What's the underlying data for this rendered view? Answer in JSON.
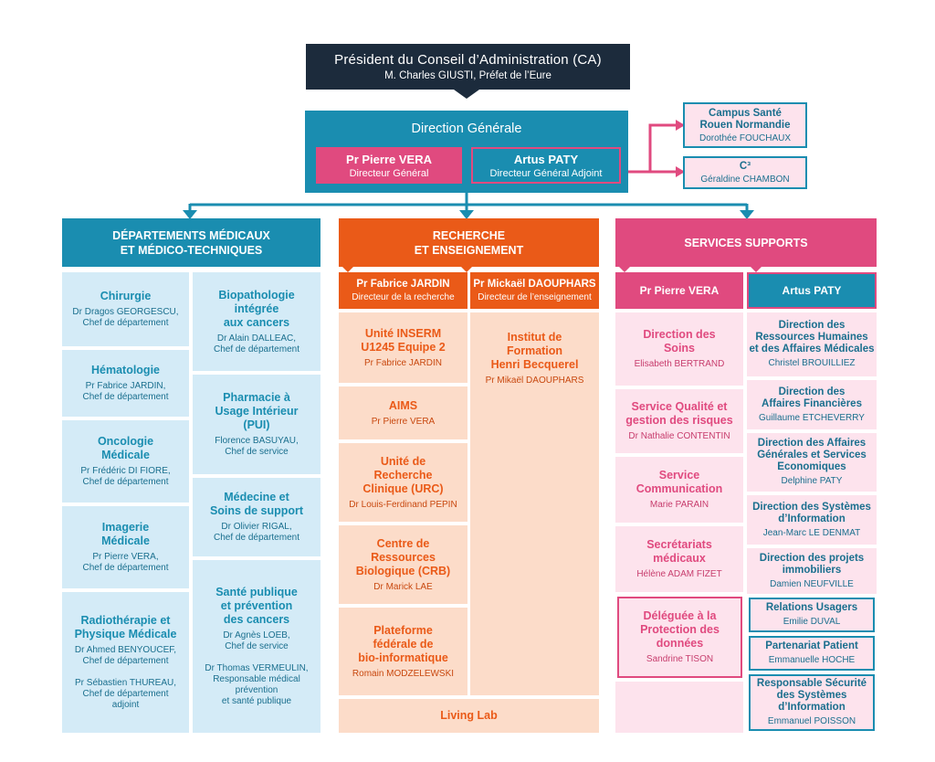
{
  "president": {
    "title": "Président du Conseil d’Administration (CA)",
    "subtitle": "M. Charles GIUSTI, Préfet de l’Eure"
  },
  "direction_generale": {
    "title": "Direction Générale",
    "dg": {
      "name": "Pr Pierre VERA",
      "role": "Directeur Général"
    },
    "dga": {
      "name": "Artus PATY",
      "role": "Directeur Général Adjoint"
    }
  },
  "side": {
    "campus": {
      "name": "Campus Santé\nRouen Normandie",
      "person": "Dorothée FOUCHAUX"
    },
    "c3": {
      "name": "C³",
      "person": "Géraldine CHAMBON"
    }
  },
  "columns": {
    "medical": {
      "header": "DÉPARTEMENTS MÉDICAUX\nET MÉDICO-TECHNIQUES",
      "left": [
        {
          "name": "Chirurgie",
          "people": "Dr Dragos GEORGESCU,\nChef de département"
        },
        {
          "name": "Hématologie",
          "people": "Pr Fabrice JARDIN,\nChef de département"
        },
        {
          "name": "Oncologie\nMédicale",
          "people": "Pr Frédéric DI FIORE,\nChef de département"
        },
        {
          "name": "Imagerie\nMédicale",
          "people": "Pr Pierre VERA,\nChef de département"
        },
        {
          "name": "Radiothérapie et\nPhysique Médicale",
          "people": "Dr Ahmed BENYOUCEF,\nChef de département\n\nPr Sébastien THUREAU,\nChef de département\nadjoint"
        }
      ],
      "right": [
        {
          "name": "Biopathologie\nintégrée\naux cancers",
          "people": "Dr Alain DALLEAC,\nChef de département"
        },
        {
          "name": "Pharmacie à\nUsage Intérieur\n(PUI)",
          "people": "Florence BASUYAU,\nChef de service"
        },
        {
          "name": "Médecine et\nSoins de support",
          "people": "Dr Olivier RIGAL,\nChef de département"
        },
        {
          "name": "Santé publique\net prévention\ndes cancers",
          "people": "Dr Agnès LOEB,\nChef de service\n\nDr Thomas VERMEULIN,\nResponsable médical\nprévention\net santé publique"
        }
      ]
    },
    "recherche": {
      "header": "RECHERCHE\nET ENSEIGNEMENT",
      "head_left": {
        "name": "Pr Fabrice JARDIN",
        "role": "Directeur de la recherche"
      },
      "head_right": {
        "name": "Pr Mickaël DAOUPHARS",
        "role": "Directeur de l’enseignement"
      },
      "left": [
        {
          "name": "Unité INSERM\nU1245 Equipe 2",
          "people": "Pr Fabrice JARDIN"
        },
        {
          "name": "AIMS",
          "people": "Pr Pierre VERA"
        },
        {
          "name": "Unité de\nRecherche\nClinique (URC)",
          "people": "Dr Louis-Ferdinand PEPIN"
        },
        {
          "name": "Centre de\nRessources\nBiologique (CRB)",
          "people": "Dr Marick LAE"
        },
        {
          "name": "Plateforme\nfédérale de\nbio-informatique",
          "people": "Romain MODZELEWSKI"
        }
      ],
      "right": [
        {
          "name": "Institut de\nFormation\nHenri Becquerel",
          "people": "Pr Mikaël DAOUPHARS"
        }
      ],
      "footer": "Living Lab"
    },
    "services": {
      "header": "SERVICES SUPPORTS",
      "head_left": "Pr Pierre VERA",
      "head_right": "Artus PATY",
      "left": [
        {
          "name": "Direction des\nSoins",
          "people": "Elisabeth BERTRAND"
        },
        {
          "name": "Service Qualité et\ngestion des risques",
          "people": "Dr Nathalie CONTENTIN"
        },
        {
          "name": "Service\nCommunication",
          "people": "Marie PARAIN"
        },
        {
          "name": "Secrétariats\nmédicaux",
          "people": "Hélène ADAM FIZET"
        },
        {
          "name": "Déléguée à la\nProtection des\ndonnées",
          "people": "Sandrine TISON"
        }
      ],
      "right": [
        {
          "name": "Direction des\nRessources Humaines\net des Affaires Médicales",
          "people": "Christel BROUILLIEZ"
        },
        {
          "name": "Direction des\nAffaires Financières",
          "people": "Guillaume ETCHEVERRY"
        },
        {
          "name": "Direction des Affaires\nGénérales et Services\nEconomiques",
          "people": "Delphine PATY"
        },
        {
          "name": "Direction des Systèmes\nd’Information",
          "people": "Jean-Marc LE DENMAT"
        },
        {
          "name": "Direction des projets\nimmobiliers",
          "people": "Damien NEUFVILLE"
        },
        {
          "name": "Relations Usagers",
          "people": "Emilie DUVAL"
        },
        {
          "name": "Partenariat Patient",
          "people": "Emmanuelle HOCHE"
        },
        {
          "name": "Responsable Sécurité\ndes Systèmes\nd’Information",
          "people": "Emmanuel POISSON"
        }
      ]
    }
  },
  "colors": {
    "navy": "#1c2b3c",
    "teal": "#1a8db0",
    "orange": "#ea5a18",
    "pink": "#e04a7f"
  }
}
